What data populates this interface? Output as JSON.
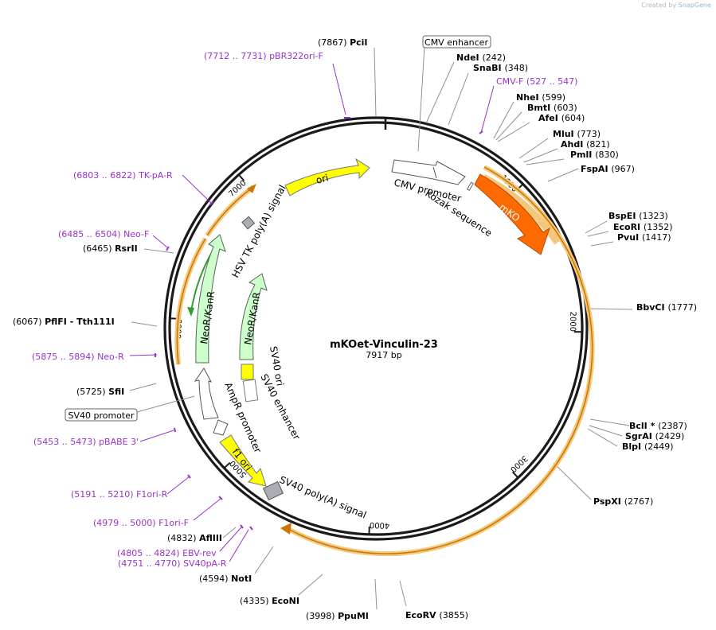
{
  "watermark": {
    "prefix": "Created by",
    "brand": "SnapGene"
  },
  "plasmid": {
    "name": "mKOet-Vinculin-23",
    "length_label": "7917 bp",
    "length": 7917
  },
  "colors": {
    "backbone": "#1a1a1a",
    "enzyme_text": "#000000",
    "primer": "#9932CC",
    "ori": "#ffff00",
    "mKO": "#ff6a00",
    "resistance": "#ccffcc",
    "outline_feature": "#ffffff",
    "orf_highlight": "#f5c77a",
    "orf_arrow": "#c87800",
    "orf_green": "#2e9e2e",
    "terminator": "#a8aeb4",
    "leader_line": "#909090"
  },
  "ticks": [
    "1000",
    "2000",
    "3000",
    "4000",
    "5000",
    "6000",
    "7000"
  ],
  "sites": [
    {
      "name": "PciI",
      "pos": "7867",
      "order": "pos-first"
    },
    {
      "name": "NdeI",
      "pos": "242",
      "order": "name-first"
    },
    {
      "name": "SnaBI",
      "pos": "348",
      "order": "name-first"
    },
    {
      "name": "NheI",
      "pos": "599",
      "order": "name-first"
    },
    {
      "name": "BmtI",
      "pos": "603",
      "order": "name-first"
    },
    {
      "name": "AfeI",
      "pos": "604",
      "order": "name-first"
    },
    {
      "name": "MluI",
      "pos": "773",
      "order": "name-first"
    },
    {
      "name": "AhdI",
      "pos": "821",
      "order": "name-first"
    },
    {
      "name": "PmlI",
      "pos": "830",
      "order": "name-first"
    },
    {
      "name": "FspAI",
      "pos": "967",
      "order": "name-first"
    },
    {
      "name": "BspEI",
      "pos": "1323",
      "order": "name-first"
    },
    {
      "name": "EcoRI",
      "pos": "1352",
      "order": "name-first"
    },
    {
      "name": "PvuI",
      "pos": "1417",
      "order": "name-first"
    },
    {
      "name": "BbvCI",
      "pos": "1777",
      "order": "name-first"
    },
    {
      "name": "BclI *",
      "pos": "2387",
      "order": "name-first"
    },
    {
      "name": "SgrAI",
      "pos": "2429",
      "order": "name-first"
    },
    {
      "name": "BlpI",
      "pos": "2449",
      "order": "name-first"
    },
    {
      "name": "PspXI",
      "pos": "2767",
      "order": "name-first"
    },
    {
      "name": "EcoRV",
      "pos": "3855",
      "order": "name-first"
    },
    {
      "name": "PpuMI",
      "pos": "3998",
      "order": "pos-first"
    },
    {
      "name": "EcoNI",
      "pos": "4335",
      "order": "pos-first"
    },
    {
      "name": "NotI",
      "pos": "4594",
      "order": "pos-first"
    },
    {
      "name": "AflIII",
      "pos": "4832",
      "order": "pos-first"
    },
    {
      "name": "SfiI",
      "pos": "5725",
      "order": "pos-first"
    },
    {
      "name": "PflFI - Tth111I",
      "pos": "6067",
      "order": "pos-first"
    },
    {
      "name": "RsrII",
      "pos": "6465",
      "order": "pos-first"
    }
  ],
  "primers": [
    {
      "name": "pBR322ori-F",
      "range": "(7712 .. 7731)"
    },
    {
      "name": "CMV-F",
      "range": "(527 .. 547)"
    },
    {
      "name": "TK-pA-R",
      "range": "(6803 .. 6822)"
    },
    {
      "name": "Neo-F",
      "range": "(6485 .. 6504)"
    },
    {
      "name": "Neo-R",
      "range": "(5875 .. 5894)"
    },
    {
      "name": "pBABE 3'",
      "range": "(5453 .. 5473)"
    },
    {
      "name": "F1ori-R",
      "range": "(5191 .. 5210)"
    },
    {
      "name": "F1ori-F",
      "range": "(4979 .. 5000)"
    },
    {
      "name": "EBV-rev",
      "range": "(4805 .. 4824)"
    },
    {
      "name": "SV40pA-R",
      "range": "(4751 .. 4770)"
    }
  ],
  "features": {
    "cmv_enhancer": "CMV enhancer",
    "cmv_promoter": "CMV promoter",
    "kozak": "Kozak sequence",
    "mko": "mKO",
    "ori": "ori",
    "hsv_tk_polya": "HSV TK poly(A) signal",
    "neo_outer": "NeoR/KanR",
    "neo_inner": "NeoR/KanR",
    "sv40_ori": "SV40 ori",
    "sv40_enhancer": "SV40 enhancer",
    "ampr_promoter": "AmpR promoter",
    "sv40_promoter": "SV40 promoter",
    "f1_ori": "f1 ori",
    "sv40_polya": "SV40 poly(A) signal"
  }
}
